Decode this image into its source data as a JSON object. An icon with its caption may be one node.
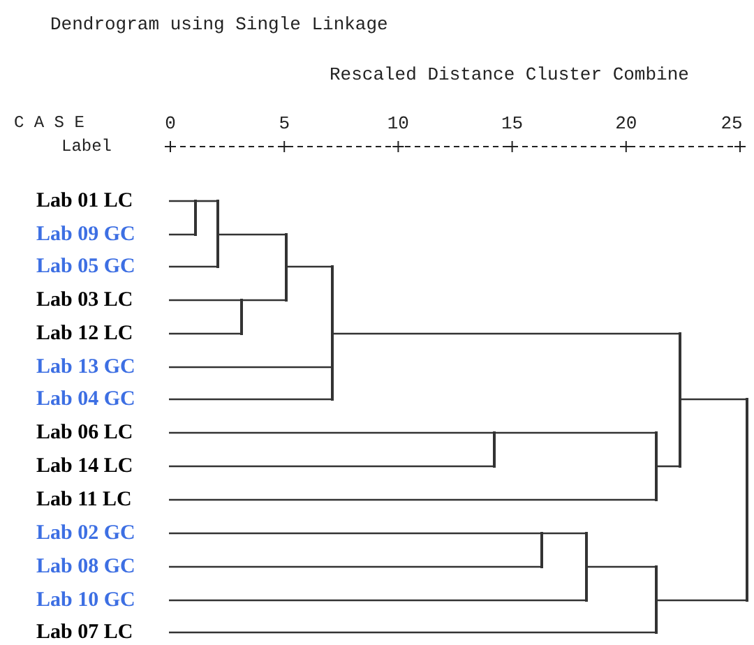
{
  "diagram": {
    "title": "Dendrogram using Single Linkage",
    "nodes": [
      {
        "text": [
          "Lab 01 LC"
        ]
      },
      {
        "text": [
          "Lab 09 GC"
        ]
      },
      {
        "text": [
          "Lab 05 GC"
        ]
      },
      {
        "text": [
          "Lab 03 LC"
        ]
      },
      {
        "text": [
          "Lab 12 LC"
        ]
      },
      {
        "text": [
          "Lab 13 GC"
        ]
      },
      {
        "text": [
          "Lab 04 GC"
        ]
      },
      {
        "text": [
          "Lab 06 LC"
        ]
      },
      {
        "text": [
          "Lab 14 LC"
        ]
      },
      {
        "text": [
          "Lab 11 LC"
        ]
      },
      {
        "text": [
          "Lab 02 GC"
        ]
      },
      {
        "text": [
          "Lab 08 GC"
        ]
      },
      {
        "text": [
          "Lab 10 GC"
        ]
      },
      {
        "text": [
          "Lab 07 LC"
        ]
      },
      {
        "text": [],
        "shape": "bar"
      },
      {
        "text": [],
        "shape": "bar"
      },
      {
        "text": [],
        "shape": "bar"
      },
      {
        "text": [],
        "shape": "bar"
      },
      {
        "text": [],
        "shape": "bar"
      },
      {
        "text": [],
        "shape": "bar"
      },
      {
        "text": [],
        "shape": "bar"
      },
      {
        "text": [],
        "shape": "bar"
      },
      {
        "text": [],
        "shape": "bar"
      },
      {
        "text": [],
        "shape": "bar"
      },
      {
        "text": [],
        "shape": "bar"
      },
      {
        "text": [],
        "shape": "bar"
      }
    ],
    "edges": [
      {
        "from": 0,
        "to": 14,
        "arrow": "none"
      },
      {
        "from": 1,
        "to": 14,
        "arrow": "none"
      },
      {
        "from": 14,
        "to": 15,
        "arrow": "none"
      },
      {
        "from": 2,
        "to": 15,
        "arrow": "none"
      },
      {
        "from": 3,
        "to": 16,
        "arrow": "none"
      },
      {
        "from": 4,
        "to": 16,
        "arrow": "none"
      },
      {
        "from": 15,
        "to": 17,
        "arrow": "none"
      },
      {
        "from": 16,
        "to": 17,
        "arrow": "none"
      },
      {
        "from": 17,
        "to": 18,
        "arrow": "none"
      },
      {
        "from": 5,
        "to": 18,
        "arrow": "none"
      },
      {
        "from": 6,
        "to": 18,
        "arrow": "none"
      },
      {
        "from": 7,
        "to": 19,
        "arrow": "none"
      },
      {
        "from": 8,
        "to": 19,
        "arrow": "none"
      },
      {
        "from": 19,
        "to": 20,
        "arrow": "none"
      },
      {
        "from": 9,
        "to": 20,
        "arrow": "none"
      },
      {
        "from": 18,
        "to": 21,
        "arrow": "none"
      },
      {
        "from": 20,
        "to": 21,
        "arrow": "none"
      },
      {
        "from": 10,
        "to": 22,
        "arrow": "none"
      },
      {
        "from": 11,
        "to": 22,
        "arrow": "none"
      },
      {
        "from": 22,
        "to": 23,
        "arrow": "none"
      },
      {
        "from": 12,
        "to": 23,
        "arrow": "none"
      },
      {
        "from": 23,
        "to": 24,
        "arrow": "none"
      },
      {
        "from": 13,
        "to": 24,
        "arrow": "none"
      },
      {
        "from": 21,
        "to": 25,
        "arrow": "none"
      },
      {
        "from": 24,
        "to": 25,
        "arrow": "none"
      }
    ],
    "labels": [
      "Rescaled Distance Cluster Combine",
      "C A S E",
      "0",
      "5",
      "10",
      "15",
      "20",
      "25",
      "Label"
    ]
  }
}
